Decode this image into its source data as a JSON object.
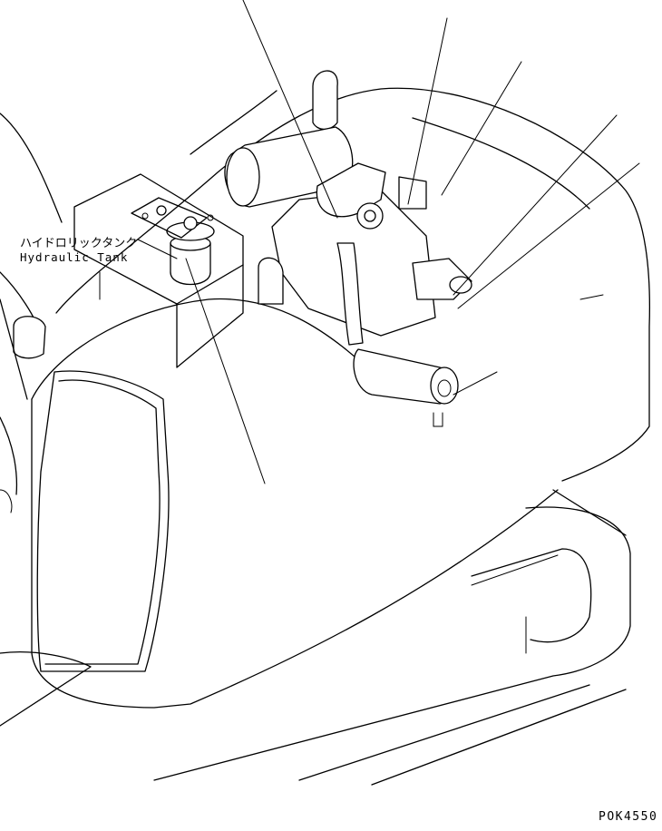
{
  "labels": {
    "hydraulic_tank_jp": "ハイドロリックタンク",
    "hydraulic_tank_en": "Hydraulic Tank"
  },
  "drawing_code": "POK4550"
}
